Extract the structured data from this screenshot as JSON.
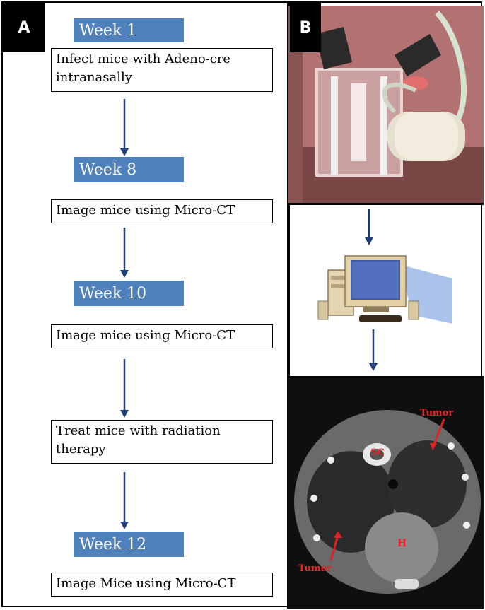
{
  "panel_a": {
    "tag": "A",
    "steps": [
      {
        "week": "Week 1",
        "text": "Infect mice with Adeno-cre intranasally"
      },
      {
        "week": "Week 8",
        "text": "Image mice using Micro-CT"
      },
      {
        "week": "Week 10",
        "text": "Image mice using Micro-CT"
      },
      {
        "week": "",
        "text": "Treat mice with radiation therapy"
      },
      {
        "week": "Week 12",
        "text": "Image Mice using Micro-CT"
      }
    ]
  },
  "panel_b": {
    "tag": "B",
    "ct_labels": {
      "tumor_top": "Tumor",
      "sc": "SC",
      "heart": "H",
      "tumor_bottom": "Tumor"
    }
  },
  "colors": {
    "week_fill": "#4f81bd",
    "arrow": "#1f3f7a",
    "label_red": "#e22222"
  }
}
